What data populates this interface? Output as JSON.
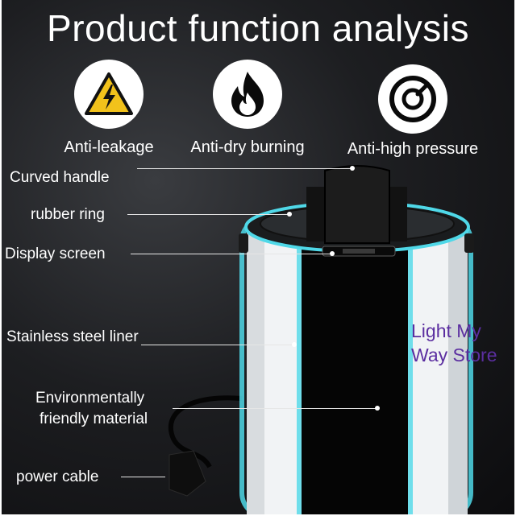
{
  "title": "Product function analysis",
  "features": [
    {
      "label": "Anti-leakage",
      "icon": "high-voltage-warning-icon"
    },
    {
      "label": "Anti-dry burning",
      "icon": "flame-icon"
    },
    {
      "label": "Anti-high pressure",
      "icon": "pressure-gauge-icon"
    }
  ],
  "callouts": {
    "curved_handle": "Curved handle",
    "rubber_ring": "rubber ring",
    "display_screen": "Display screen",
    "liner": "Stainless steel liner",
    "material_line1": "Environmentally",
    "material_line2": "friendly material",
    "power_cable": "power cable"
  },
  "watermark": {
    "line1": "Light My",
    "line2": "Way Store"
  },
  "colors": {
    "background": "#1d1e21",
    "accent_glow": "#4fd8e8",
    "warning_yellow": "#f2c21b",
    "watermark": "#5b2ea0"
  }
}
